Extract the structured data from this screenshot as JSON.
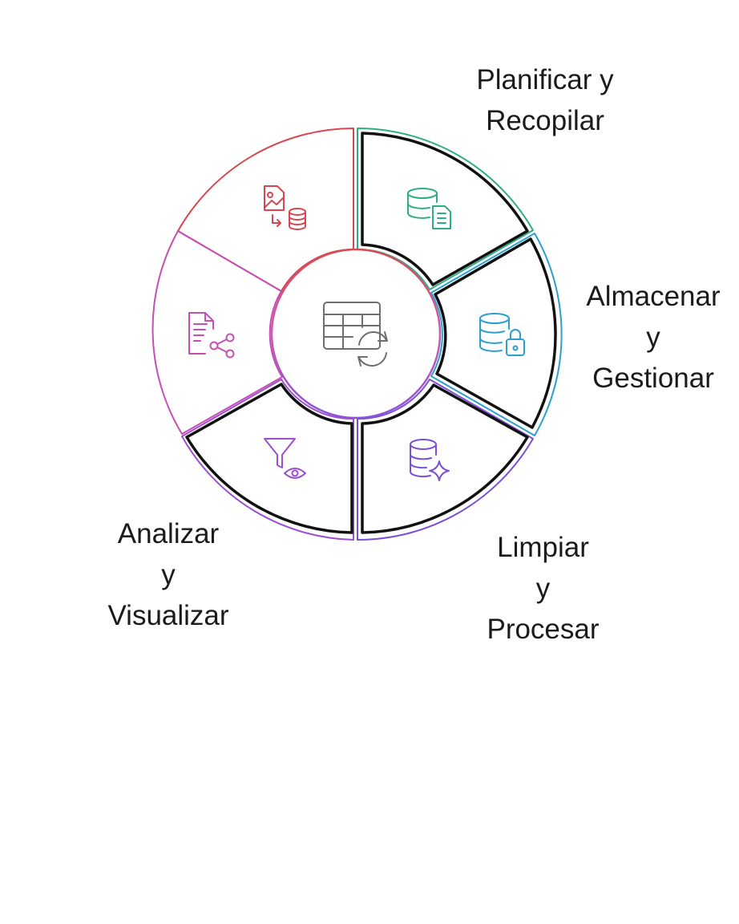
{
  "diagram": {
    "type": "cycle",
    "center": {
      "icon": "table-sync-icon"
    },
    "stages": [
      {
        "id": "plan",
        "lines": [
          "Planificar y",
          "Recopilar"
        ],
        "icon": "database-document-icon",
        "color": "#2fae86",
        "highlighted": true
      },
      {
        "id": "store",
        "lines": [
          "Almacenar",
          "y",
          "Gestionar"
        ],
        "icon": "database-lock-icon",
        "color": "#2c9fcf",
        "highlighted": true
      },
      {
        "id": "clean",
        "lines": [
          "Limpiar",
          "y",
          "Procesar"
        ],
        "icon": "database-sparkle-icon",
        "color": "#7a4fd8",
        "highlighted": true
      },
      {
        "id": "analyze",
        "lines": [
          "Analizar",
          "y",
          "Visualizar"
        ],
        "icon": "filter-eye-icon",
        "color": "#9c4fd2",
        "highlighted": true
      },
      {
        "id": "report",
        "lines": [],
        "icon": "document-share-icon",
        "color": "#c64fb3",
        "highlighted": false
      },
      {
        "id": "import",
        "lines": [],
        "icon": "image-to-database-icon",
        "color": "#d8474f",
        "highlighted": false
      }
    ]
  }
}
